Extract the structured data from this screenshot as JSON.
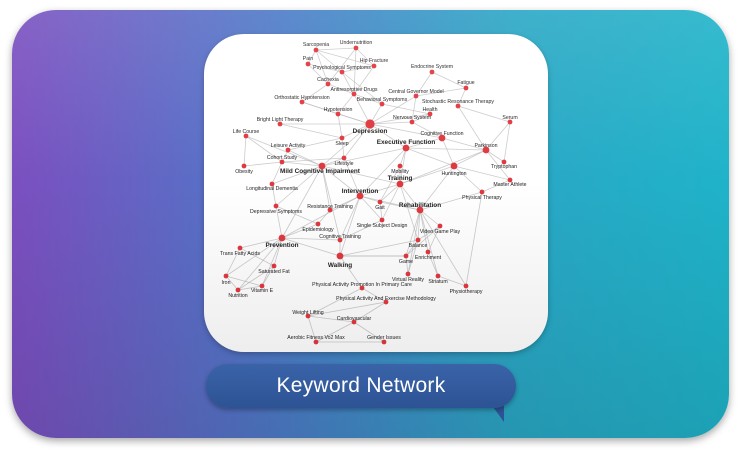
{
  "caption": {
    "title": "Keyword Network"
  },
  "colors": {
    "node": "#e0383f",
    "edge": "#b9b9b9",
    "card_start": "#7b4fc0",
    "card_end": "#1fb3c9",
    "caption_bg": "#2d5394"
  },
  "network": {
    "nodes": [
      {
        "id": "sarcopenia",
        "label": "Sarcopenia",
        "size": 1,
        "bold": false
      },
      {
        "id": "undernutrition",
        "label": "Undernutrition",
        "size": 1,
        "bold": false
      },
      {
        "id": "pain",
        "label": "Pain",
        "size": 1,
        "bold": false
      },
      {
        "id": "hipfracture",
        "label": "Hip Fracture",
        "size": 1,
        "bold": false
      },
      {
        "id": "psych",
        "label": "Psychological Symptoms",
        "size": 1,
        "bold": false
      },
      {
        "id": "endocrine",
        "label": "Endocrine System",
        "size": 1,
        "bold": false
      },
      {
        "id": "cachexia",
        "label": "Cachexia",
        "size": 1,
        "bold": false
      },
      {
        "id": "fatigue",
        "label": "Fatigue",
        "size": 1,
        "bold": false
      },
      {
        "id": "antiresorptive",
        "label": "Antiresorptive Drugs",
        "size": 1,
        "bold": false
      },
      {
        "id": "centralgov",
        "label": "Central Governor Model",
        "size": 1,
        "bold": false
      },
      {
        "id": "orthostatic",
        "label": "Orthostatic Hypotension",
        "size": 1,
        "bold": false
      },
      {
        "id": "behavioral",
        "label": "Behavioral Symptoms",
        "size": 1,
        "bold": false
      },
      {
        "id": "stochastic",
        "label": "Stochastic Resonance Therapy",
        "size": 1,
        "bold": false
      },
      {
        "id": "hypotension",
        "label": "Hypotension",
        "size": 1,
        "bold": false
      },
      {
        "id": "health",
        "label": "Health",
        "size": 1,
        "bold": false
      },
      {
        "id": "nervous",
        "label": "Nervous System",
        "size": 1,
        "bold": false
      },
      {
        "id": "serum",
        "label": "Serum",
        "size": 1,
        "bold": false
      },
      {
        "id": "brightlight",
        "label": "Bright Light Therapy",
        "size": 1,
        "bold": false
      },
      {
        "id": "depression",
        "label": "Depression",
        "size": 3,
        "bold": true
      },
      {
        "id": "lifecourse",
        "label": "Life Course",
        "size": 1,
        "bold": false
      },
      {
        "id": "sleep",
        "label": "Sleep",
        "size": 1,
        "bold": false
      },
      {
        "id": "cognitivefn",
        "label": "Cognitive Function",
        "size": 2,
        "bold": false
      },
      {
        "id": "leisure",
        "label": "Leisure Activity",
        "size": 1,
        "bold": false
      },
      {
        "id": "executive",
        "label": "Executive Function",
        "size": 2,
        "bold": true
      },
      {
        "id": "parkinson",
        "label": "Parkinson",
        "size": 2,
        "bold": false
      },
      {
        "id": "tryptophan",
        "label": "Tryptophan",
        "size": 1,
        "bold": false
      },
      {
        "id": "cohort",
        "label": "Cohort Study",
        "size": 1,
        "bold": false
      },
      {
        "id": "lifestyle",
        "label": "Lifestyle",
        "size": 1,
        "bold": false
      },
      {
        "id": "obesity",
        "label": "Obesity",
        "size": 1,
        "bold": false
      },
      {
        "id": "mobility",
        "label": "Mobility",
        "size": 1,
        "bold": false
      },
      {
        "id": "mci",
        "label": "Mild Cognitive Impairment",
        "size": 2,
        "bold": true
      },
      {
        "id": "huntington",
        "label": "Huntington",
        "size": 2,
        "bold": false
      },
      {
        "id": "masterathlete",
        "label": "Master Athlete",
        "size": 1,
        "bold": false
      },
      {
        "id": "training",
        "label": "Training",
        "size": 2,
        "bold": true
      },
      {
        "id": "longdementia",
        "label": "Longitudinal Dementia",
        "size": 1,
        "bold": false
      },
      {
        "id": "physicaltherapy",
        "label": "Physical Therapy",
        "size": 1,
        "bold": false
      },
      {
        "id": "intervention",
        "label": "Intervention",
        "size": 2,
        "bold": true
      },
      {
        "id": "gait",
        "label": "Gait",
        "size": 1,
        "bold": false
      },
      {
        "id": "rehabilitation",
        "label": "Rehabilitation",
        "size": 2,
        "bold": true
      },
      {
        "id": "depressive",
        "label": "Depressive Symptoms",
        "size": 1,
        "bold": false
      },
      {
        "id": "resistance",
        "label": "Resistance Training",
        "size": 1,
        "bold": false
      },
      {
        "id": "singlesubject",
        "label": "Single Subject Design",
        "size": 1,
        "bold": false
      },
      {
        "id": "epidemiology",
        "label": "Epidemiology",
        "size": 1,
        "bold": false
      },
      {
        "id": "videogame",
        "label": "Video Game Play",
        "size": 1,
        "bold": false
      },
      {
        "id": "prevention",
        "label": "Prevention",
        "size": 2,
        "bold": true
      },
      {
        "id": "cogtraining",
        "label": "Cognitive Training",
        "size": 1,
        "bold": false
      },
      {
        "id": "balance",
        "label": "Balance",
        "size": 1,
        "bold": false
      },
      {
        "id": "transfatty",
        "label": "Trans Fatty Acids",
        "size": 1,
        "bold": false
      },
      {
        "id": "enrichment",
        "label": "Enrichment",
        "size": 1,
        "bold": false
      },
      {
        "id": "game",
        "label": "Game",
        "size": 1,
        "bold": false
      },
      {
        "id": "walking",
        "label": "Walking",
        "size": 2,
        "bold": true
      },
      {
        "id": "saturated",
        "label": "Saturated Fat",
        "size": 1,
        "bold": false
      },
      {
        "id": "iron",
        "label": "Iron",
        "size": 1,
        "bold": false
      },
      {
        "id": "virtualreality",
        "label": "Virtual Reality",
        "size": 1,
        "bold": false
      },
      {
        "id": "striatum",
        "label": "Striatum",
        "size": 1,
        "bold": false
      },
      {
        "id": "vitamine",
        "label": "Vitamin E",
        "size": 1,
        "bold": false
      },
      {
        "id": "nutrition",
        "label": "Nutrition",
        "size": 1,
        "bold": false
      },
      {
        "id": "physiotherapy",
        "label": "Physiotherapy",
        "size": 1,
        "bold": false
      },
      {
        "id": "papromotion",
        "label": "Physical Activity Promotion In Primary Care",
        "size": 1,
        "bold": false
      },
      {
        "id": "paexercise",
        "label": "Physical Activity And Exercise Methodology",
        "size": 1,
        "bold": false
      },
      {
        "id": "weightlifting",
        "label": "Weight Lifting",
        "size": 1,
        "bold": false
      },
      {
        "id": "cardiovascular",
        "label": "Cardiovascular",
        "size": 1,
        "bold": false
      },
      {
        "id": "aerobic",
        "label": "Aerobic Fitness Vo2 Max",
        "size": 1,
        "bold": false
      },
      {
        "id": "gender",
        "label": "Gender Issues",
        "size": 1,
        "bold": false
      }
    ],
    "edges": [
      [
        "sarcopenia",
        "undernutrition"
      ],
      [
        "sarcopenia",
        "pain"
      ],
      [
        "sarcopenia",
        "psych"
      ],
      [
        "sarcopenia",
        "cachexia"
      ],
      [
        "sarcopenia",
        "hipfracture"
      ],
      [
        "undernutrition",
        "hipfracture"
      ],
      [
        "undernutrition",
        "cachexia"
      ],
      [
        "undernutrition",
        "antiresorptive"
      ],
      [
        "pain",
        "psych"
      ],
      [
        "pain",
        "cachexia"
      ],
      [
        "psych",
        "behavioral"
      ],
      [
        "psych",
        "depression"
      ],
      [
        "psych",
        "hipfracture"
      ],
      [
        "cachexia",
        "antiresorptive"
      ],
      [
        "cachexia",
        "orthostatic"
      ],
      [
        "antiresorptive",
        "behavioral"
      ],
      [
        "antiresorptive",
        "hypotension"
      ],
      [
        "hipfracture",
        "antiresorptive"
      ],
      [
        "orthostatic",
        "hypotension"
      ],
      [
        "orthostatic",
        "depression"
      ],
      [
        "hypotension",
        "depression"
      ],
      [
        "behavioral",
        "depression"
      ],
      [
        "behavioral",
        "health"
      ],
      [
        "endocrine",
        "fatigue"
      ],
      [
        "endocrine",
        "centralgov"
      ],
      [
        "centralgov",
        "fatigue"
      ],
      [
        "centralgov",
        "nervous"
      ],
      [
        "centralgov",
        "depression"
      ],
      [
        "fatigue",
        "stochastic"
      ],
      [
        "stochastic",
        "parkinson"
      ],
      [
        "stochastic",
        "serum"
      ],
      [
        "health",
        "nervous"
      ],
      [
        "nervous",
        "cognitivefn"
      ],
      [
        "depression",
        "nervous"
      ],
      [
        "depression",
        "cognitivefn"
      ],
      [
        "depression",
        "sleep"
      ],
      [
        "depression",
        "brightlight"
      ],
      [
        "depression",
        "executive"
      ],
      [
        "depression",
        "mci"
      ],
      [
        "depression",
        "lifestyle"
      ],
      [
        "depression",
        "health"
      ],
      [
        "serum",
        "parkinson"
      ],
      [
        "serum",
        "tryptophan"
      ],
      [
        "parkinson",
        "tryptophan"
      ],
      [
        "parkinson",
        "huntington"
      ],
      [
        "parkinson",
        "masterathlete"
      ],
      [
        "parkinson",
        "cognitivefn"
      ],
      [
        "parkinson",
        "executive"
      ],
      [
        "parkinson",
        "training"
      ],
      [
        "cognitivefn",
        "executive"
      ],
      [
        "cognitivefn",
        "huntington"
      ],
      [
        "executive",
        "mobility"
      ],
      [
        "executive",
        "huntington"
      ],
      [
        "executive",
        "training"
      ],
      [
        "executive",
        "mci"
      ],
      [
        "executive",
        "intervention"
      ],
      [
        "huntington",
        "training"
      ],
      [
        "huntington",
        "rehabilitation"
      ],
      [
        "huntington",
        "physicaltherapy"
      ],
      [
        "huntington",
        "masterathlete"
      ],
      [
        "lifecourse",
        "obesity"
      ],
      [
        "lifecourse",
        "mci"
      ],
      [
        "lifecourse",
        "cohort"
      ],
      [
        "leisure",
        "cohort"
      ],
      [
        "leisure",
        "mci"
      ],
      [
        "leisure",
        "sleep"
      ],
      [
        "cohort",
        "mci"
      ],
      [
        "cohort",
        "lifestyle"
      ],
      [
        "mci",
        "lifestyle"
      ],
      [
        "mci",
        "longdementia"
      ],
      [
        "mci",
        "intervention"
      ],
      [
        "mci",
        "training"
      ],
      [
        "mci",
        "depressive"
      ],
      [
        "mci",
        "prevention"
      ],
      [
        "mci",
        "cogtraining"
      ],
      [
        "mci",
        "resistance"
      ],
      [
        "lifestyle",
        "intervention"
      ],
      [
        "mobility",
        "training"
      ],
      [
        "mobility",
        "gait"
      ],
      [
        "training",
        "intervention"
      ],
      [
        "training",
        "rehabilitation"
      ],
      [
        "training",
        "gait"
      ],
      [
        "training",
        "singlesubject"
      ],
      [
        "training",
        "balance"
      ],
      [
        "intervention",
        "rehabilitation"
      ],
      [
        "intervention",
        "resistance"
      ],
      [
        "intervention",
        "singlesubject"
      ],
      [
        "intervention",
        "gait"
      ],
      [
        "intervention",
        "walking"
      ],
      [
        "intervention",
        "prevention"
      ],
      [
        "intervention",
        "cogtraining"
      ],
      [
        "rehabilitation",
        "gait"
      ],
      [
        "rehabilitation",
        "videogame"
      ],
      [
        "rehabilitation",
        "balance"
      ],
      [
        "rehabilitation",
        "physicaltherapy"
      ],
      [
        "rehabilitation",
        "game"
      ],
      [
        "rehabilitation",
        "enrichment"
      ],
      [
        "rehabilitation",
        "physiotherapy"
      ],
      [
        "rehabilitation",
        "virtualreality"
      ],
      [
        "rehabilitation",
        "striatum"
      ],
      [
        "videogame",
        "game"
      ],
      [
        "videogame",
        "balance"
      ],
      [
        "videogame",
        "enrichment"
      ],
      [
        "balance",
        "game"
      ],
      [
        "balance",
        "virtualreality"
      ],
      [
        "enrichment",
        "striatum"
      ],
      [
        "game",
        "walking"
      ],
      [
        "game",
        "virtualreality"
      ],
      [
        "depressive",
        "epidemiology"
      ],
      [
        "depressive",
        "prevention"
      ],
      [
        "resistance",
        "epidemiology"
      ],
      [
        "epidemiology",
        "prevention"
      ],
      [
        "prevention",
        "transfatty"
      ],
      [
        "prevention",
        "saturated"
      ],
      [
        "prevention",
        "iron"
      ],
      [
        "prevention",
        "nutrition"
      ],
      [
        "prevention",
        "vitamine"
      ],
      [
        "prevention",
        "walking"
      ],
      [
        "prevention",
        "cogtraining"
      ],
      [
        "transfatty",
        "iron"
      ],
      [
        "transfatty",
        "saturated"
      ],
      [
        "saturated",
        "nutrition"
      ],
      [
        "saturated",
        "vitamine"
      ],
      [
        "iron",
        "nutrition"
      ],
      [
        "iron",
        "vitamine"
      ],
      [
        "nutrition",
        "vitamine"
      ],
      [
        "cogtraining",
        "walking"
      ],
      [
        "cogtraining",
        "singlesubject"
      ],
      [
        "walking",
        "papromotion"
      ],
      [
        "walking",
        "game"
      ],
      [
        "walking",
        "balance"
      ],
      [
        "papromotion",
        "paexercise"
      ],
      [
        "papromotion",
        "weightlifting"
      ],
      [
        "paexercise",
        "weightlifting"
      ],
      [
        "paexercise",
        "cardiovascular"
      ],
      [
        "weightlifting",
        "cardiovascular"
      ],
      [
        "cardiovascular",
        "aerobic"
      ],
      [
        "cardiovascular",
        "gender"
      ],
      [
        "aerobic",
        "gender"
      ],
      [
        "weightlifting",
        "aerobic"
      ],
      [
        "longdementia",
        "depressive"
      ],
      [
        "longdementia",
        "cohort"
      ],
      [
        "obesity",
        "cohort"
      ],
      [
        "brightlight",
        "sleep"
      ],
      [
        "sleep",
        "lifestyle"
      ],
      [
        "hypotension",
        "sleep"
      ],
      [
        "masterathlete",
        "physicaltherapy"
      ],
      [
        "physicaltherapy",
        "physiotherapy"
      ],
      [
        "striatum",
        "physiotherapy"
      ],
      [
        "gait",
        "singlesubject"
      ]
    ]
  }
}
